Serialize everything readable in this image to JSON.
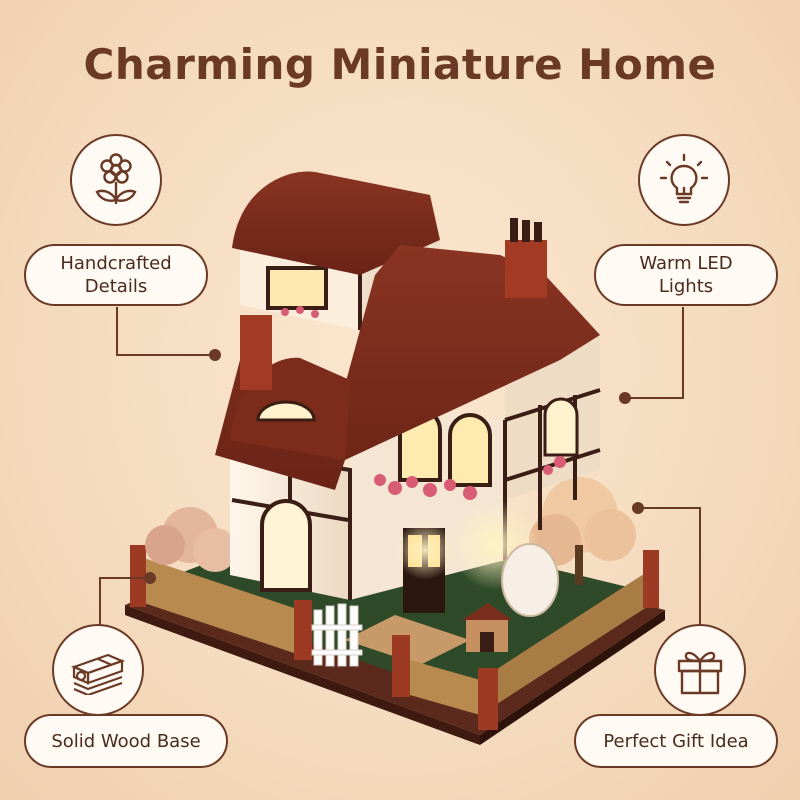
{
  "title": "Charming Miniature Home",
  "features": {
    "handcrafted": {
      "label": "Handcrafted\nDetails",
      "icon": "flower-icon"
    },
    "led": {
      "label": "Warm LED\nLights",
      "icon": "lightbulb-icon"
    },
    "wood": {
      "label": "Solid Wood Base",
      "icon": "wood-logs-icon"
    },
    "gift": {
      "label": "Perfect Gift Idea",
      "icon": "gift-box-icon"
    }
  },
  "colors": {
    "brown": "#6b3a26",
    "roof": "#7a2e1d",
    "background": "#f5dcc0"
  }
}
